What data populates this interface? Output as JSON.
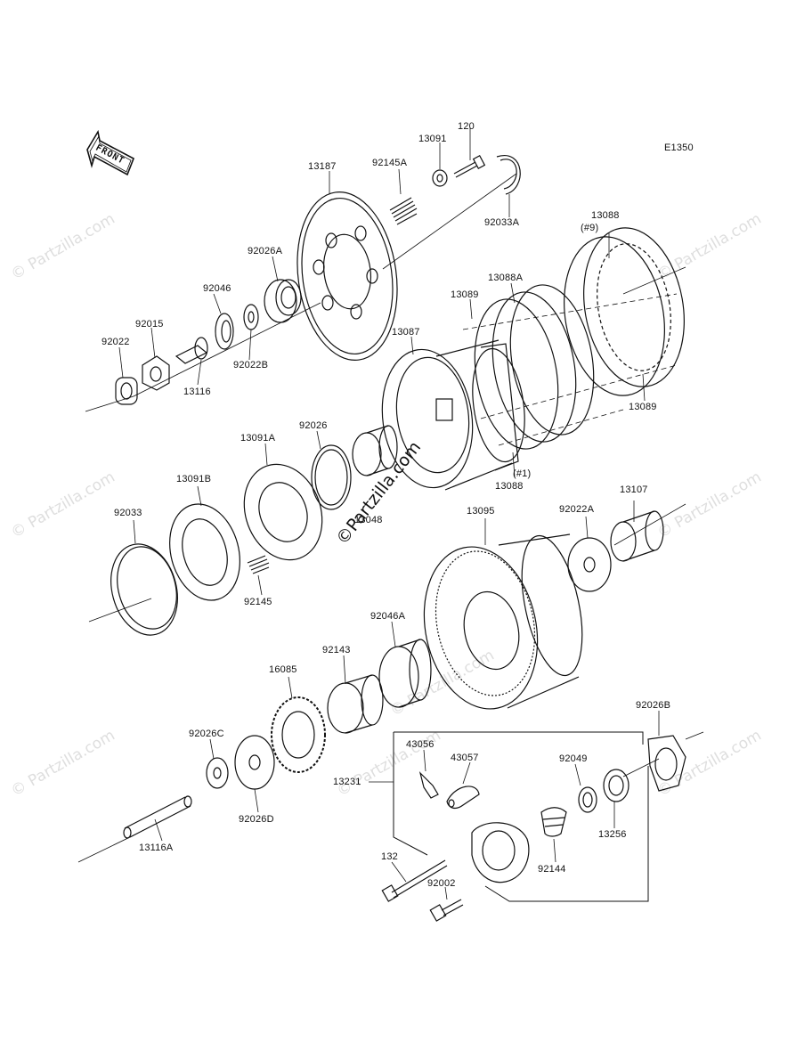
{
  "diagram_code": "E1350",
  "front_label": "FRONT",
  "watermark_text": "© Partzilla.com",
  "center_watermark_text": "©Partzilla.com",
  "parts": [
    {
      "id": "p-120",
      "label": "120"
    },
    {
      "id": "p-13091",
      "label": "13091"
    },
    {
      "id": "p-13187",
      "label": "13187"
    },
    {
      "id": "p-92145A",
      "label": "92145A"
    },
    {
      "id": "p-92033A",
      "label": "92033A"
    },
    {
      "id": "p-13088-9",
      "label": "13088"
    },
    {
      "id": "p-hash9",
      "label": "(#9)"
    },
    {
      "id": "p-92026A",
      "label": "92026A"
    },
    {
      "id": "p-13088A",
      "label": "13088A"
    },
    {
      "id": "p-92046",
      "label": "92046"
    },
    {
      "id": "p-13089-top",
      "label": "13089"
    },
    {
      "id": "p-92015",
      "label": "92015"
    },
    {
      "id": "p-92022",
      "label": "92022"
    },
    {
      "id": "p-13087",
      "label": "13087"
    },
    {
      "id": "p-92022B",
      "label": "92022B"
    },
    {
      "id": "p-13116",
      "label": "13116"
    },
    {
      "id": "p-13089-bot",
      "label": "13089"
    },
    {
      "id": "p-13091A",
      "label": "13091A"
    },
    {
      "id": "p-92026",
      "label": "92026"
    },
    {
      "id": "p-13091B",
      "label": "13091B"
    },
    {
      "id": "p-hash1",
      "label": "(#1)"
    },
    {
      "id": "p-13088-1",
      "label": "13088"
    },
    {
      "id": "p-13107",
      "label": "13107"
    },
    {
      "id": "p-92033",
      "label": "92033"
    },
    {
      "id": "p-13048",
      "label": "13048"
    },
    {
      "id": "p-13095",
      "label": "13095"
    },
    {
      "id": "p-92022A",
      "label": "92022A"
    },
    {
      "id": "p-92145",
      "label": "92145"
    },
    {
      "id": "p-92046A",
      "label": "92046A"
    },
    {
      "id": "p-92143",
      "label": "92143"
    },
    {
      "id": "p-16085",
      "label": "16085"
    },
    {
      "id": "p-92026B",
      "label": "92026B"
    },
    {
      "id": "p-92026C",
      "label": "92026C"
    },
    {
      "id": "p-43056",
      "label": "43056"
    },
    {
      "id": "p-43057",
      "label": "43057"
    },
    {
      "id": "p-92049",
      "label": "92049"
    },
    {
      "id": "p-13231",
      "label": "13231"
    },
    {
      "id": "p-92026D",
      "label": "92026D"
    },
    {
      "id": "p-13256",
      "label": "13256"
    },
    {
      "id": "p-92144",
      "label": "92144"
    },
    {
      "id": "p-13116A",
      "label": "13116A"
    },
    {
      "id": "p-132",
      "label": "132"
    },
    {
      "id": "p-92002",
      "label": "92002"
    }
  ]
}
